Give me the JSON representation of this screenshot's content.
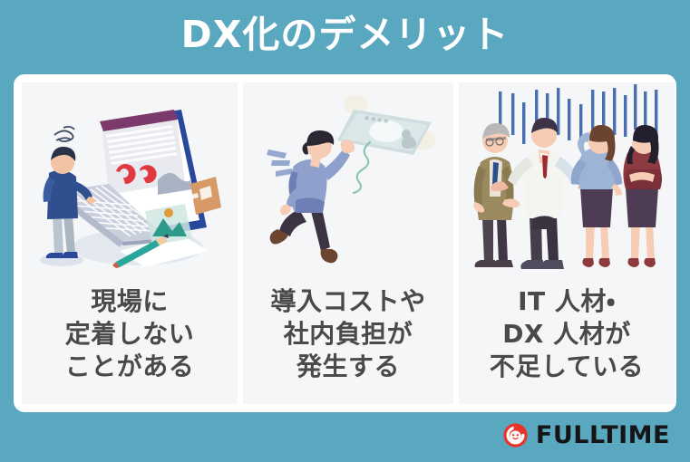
{
  "page": {
    "title": "DX化のデメリット",
    "background_color": "#59a8bf",
    "card_background": "#ffffff",
    "panel_background": "#f5f6f7",
    "caption_color": "#4a4a4a",
    "title_color": "#ffffff"
  },
  "panels": [
    {
      "id": "panel-1",
      "illustration_name": "confused-person-at-large-laptop-illustration",
      "caption_lines": [
        "現場に",
        "定着しない",
        "ことがある"
      ]
    },
    {
      "id": "panel-2",
      "illustration_name": "person-chasing-flying-banknote-illustration",
      "caption_lines": [
        "導入コストや",
        "社内負担が",
        "発生する"
      ]
    },
    {
      "id": "panel-3",
      "illustration_name": "four-business-people-under-falling-bars-illustration",
      "caption_lines": [
        "IT 人材・",
        "DX 人材が",
        "不足している"
      ]
    }
  ],
  "logo": {
    "mark_name": "fulltime-spiral-smiley-icon",
    "mark_color": "#e8322a",
    "text": "FULLTIME",
    "text_color": "#151515"
  }
}
